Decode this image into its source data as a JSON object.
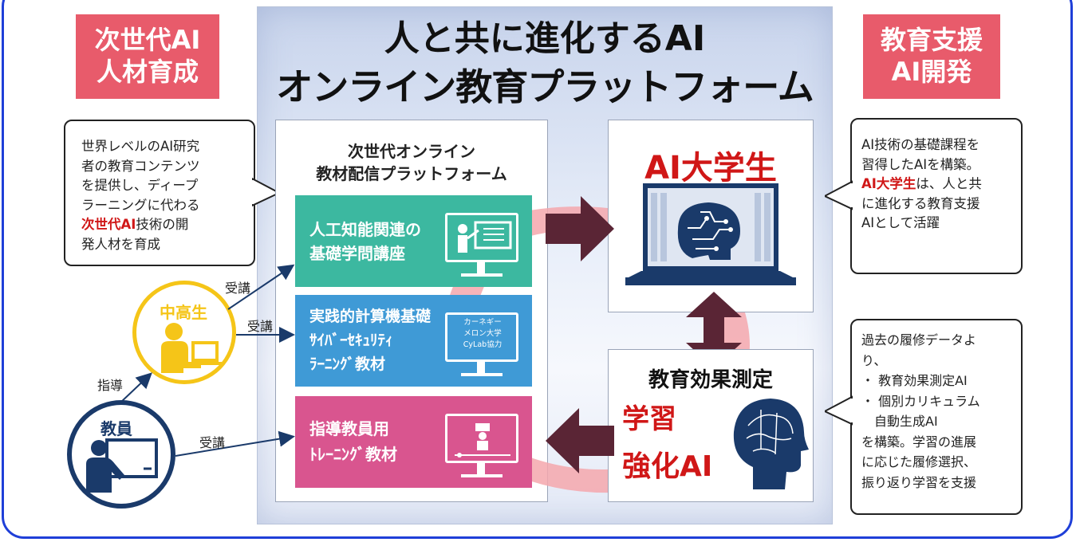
{
  "left_header": [
    "次世代AI",
    "人材育成"
  ],
  "right_header": [
    "教育支援",
    "AI開発"
  ],
  "main_title": [
    "人と共に進化するAI",
    "オンライン教育プラットフォーム"
  ],
  "left_bubble": {
    "lines": [
      "世界レベルのAI研究",
      "者の教育コンテンツ",
      "を提供し、ディープ",
      "ラーニングに代わる"
    ],
    "highlight": "次世代AI",
    "line5_rest": "技術の開",
    "line6": "発人材を育成"
  },
  "platform_title": [
    "次世代オンライン",
    "教材配信プラットフォーム"
  ],
  "courses": [
    {
      "lines": [
        "人工知能関連の",
        "基礎学問講座"
      ],
      "color": "#3cb8a0"
    },
    {
      "lines": [
        "実践的計算機基礎",
        "ｻｲﾊﾞｰｾｷｭﾘﾃｨ",
        "ﾗｰﾆﾝｸﾞ教材"
      ],
      "color": "#3f9ad6",
      "screen": [
        "カーネギー",
        "メロン大学",
        "CyLab協力"
      ]
    },
    {
      "lines": [
        "指導教員用",
        "ﾄﾚｰﾆﾝｸﾞ教材"
      ],
      "color": "#d9558f"
    }
  ],
  "students": {
    "label": "中高生",
    "attend1": "受講",
    "attend2": "受講"
  },
  "teacher": {
    "label": "教員",
    "guide": "指導",
    "attend": "受講"
  },
  "ai_student_title": "AI大学生",
  "effect_box": {
    "line1": "教育効果測定",
    "line2": "学習",
    "line3": "強化AI"
  },
  "right_bubble_top": {
    "lines": [
      "AI技術の基礎課程を",
      "習得したAIを構築。"
    ],
    "highlight": "AI大学生",
    "line3_rest": "は、人と共",
    "line4": "に進化する教育支援",
    "line5": "AIとして活躍"
  },
  "right_bubble_bottom": {
    "lines": [
      "過去の履修データよ",
      "り、",
      "・ 教育効果測定AI",
      "・ 個別カリキュラム",
      "　自動生成AI",
      "を構築。学習の進展",
      "に応じた履修選択、",
      "振り返り学習を支援"
    ]
  },
  "colors": {
    "frame": "#1f3fd8",
    "header_pink": "#e85b6b",
    "accent_red": "#d01717",
    "navy": "#1a3a6a",
    "yellow": "#f5c518",
    "arrow_dark": "#5a2535",
    "arrow_pink": "#f4a7ad"
  }
}
